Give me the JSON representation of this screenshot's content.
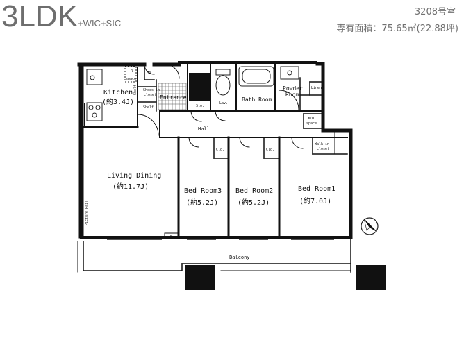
{
  "header": {
    "layout_type": "3LDK",
    "layout_extras": "+WIC+SIC",
    "unit_number": "3208号室",
    "area_text": "専有面積：75.65㎡(22.88坪)"
  },
  "rooms": {
    "kitchen": "Kitchen",
    "kitchen_size": "(約3.4J)",
    "living_dining": "Living Dining",
    "living_dining_size": "(約11.7J)",
    "bed3": "Bed Room3",
    "bed3_size": "(約5.2J)",
    "bed2": "Bed Room2",
    "bed2_size": "(約5.2J)",
    "bed1": "Bed Room1",
    "bed1_size": "(約7.0J)",
    "bath": "Bath Room",
    "powder_1": "Powder",
    "powder_2": "Room",
    "entrance": "Entrance",
    "hall": "Hall",
    "balcony": "Balcony"
  },
  "fixtures": {
    "r_space_1": "R",
    "r_space_2": "space",
    "mb": "MB",
    "shoes_1": "Shoes-in",
    "shoes_2": "closet",
    "shelf_1": "Shelf",
    "shelf_2": "Shelf",
    "sto": "Sto.",
    "lav": "Lav.",
    "linen": "Linen",
    "wd_1": "W/D",
    "wd_2": "space",
    "clo_1": "Clo.",
    "clo_2": "Clo.",
    "walkin_1": "Walk-in",
    "walkin_2": "closet",
    "ps": "PS",
    "picture_rail": "Picture Rail"
  },
  "icons": {
    "compass": "north-arrow-icon"
  }
}
